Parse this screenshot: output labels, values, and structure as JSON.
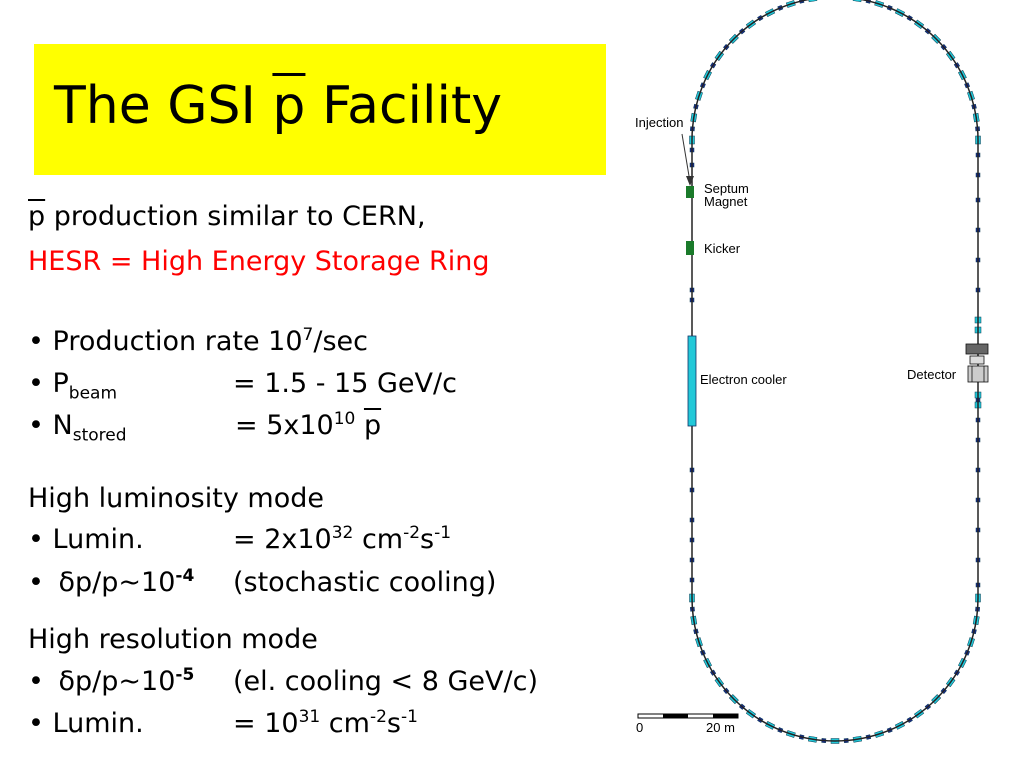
{
  "title": {
    "prefix": "The GSI ",
    "pbar": "p",
    "suffix": " Facility"
  },
  "intro": {
    "line1_pbar": "p",
    "line1_rest": " production similar to CERN,",
    "line2": "HESR = High Energy Storage Ring"
  },
  "params": {
    "rate_label": "• Production rate 10",
    "rate_exp": "7",
    "rate_unit": "/sec",
    "pbeam_bullet": "• P",
    "pbeam_sub": "beam",
    "pbeam_value": "= 1.5 - 15 GeV/c",
    "nstored_bullet": "• N",
    "nstored_sub": "stored",
    "nstored_value": "= 5x10",
    "nstored_exp": "10",
    "nstored_pbar": "p"
  },
  "high_lum": {
    "heading": "High luminosity mode",
    "lumin_label": "• Lumin.",
    "lumin_value": "= 2x10",
    "lumin_exp": "32",
    "lumin_unit1": " cm",
    "lumin_unit1_exp": "-2",
    "lumin_unit2": "s",
    "lumin_unit2_exp": "-1",
    "dp_bullet": "• ",
    "dp_delta": "δ",
    "dp_text": "p/p~10",
    "dp_exp": "-4",
    "dp_note": "(stochastic cooling)"
  },
  "high_res": {
    "heading": "High resolution mode",
    "dp_bullet": "• ",
    "dp_delta": "δ",
    "dp_text": "p/p~10",
    "dp_exp": "-5",
    "dp_note": "(el. cooling < 8 GeV/c)",
    "lumin_label": "• Lumin.",
    "lumin_value": "= 10",
    "lumin_exp": "31",
    "lumin_unit1": " cm",
    "lumin_unit1_exp": "-2",
    "lumin_unit2": "s",
    "lumin_unit2_exp": "-1"
  },
  "ring_diagram": {
    "labels": {
      "injection": "Injection",
      "septum_1": "Septum",
      "septum_2": "Magnet",
      "kicker": "Kicker",
      "electron_cooler": "Electron cooler",
      "detector": "Detector"
    },
    "scale": {
      "start": "0",
      "end": "20 m"
    },
    "colors": {
      "dipole": "#22c8d8",
      "quadrupole": "#1a2a8c",
      "kicker": "#1a7a2a",
      "beam_line": "#222222"
    }
  }
}
